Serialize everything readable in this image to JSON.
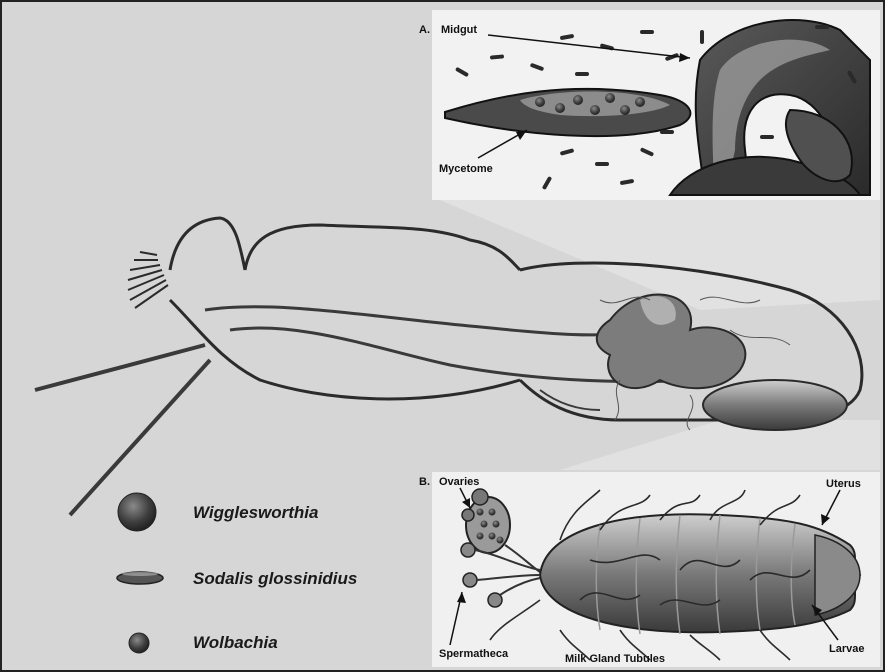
{
  "panel_a": {
    "letter": "A.",
    "labels": {
      "midgut": "Midgut",
      "mycetome": "Mycetome"
    }
  },
  "panel_b": {
    "letter": "B.",
    "labels": {
      "ovaries": "Ovaries",
      "uterus": "Uterus",
      "spermatheca": "Spermatheca",
      "milk_gland_tubules": "Milk Gland Tubules",
      "larvae": "Larvae"
    }
  },
  "legend": [
    {
      "name": "Wigglesworthia",
      "symbol": "large-sphere-icon"
    },
    {
      "name": "Sodalis glossinidius",
      "symbol": "rod-icon"
    },
    {
      "name": "Wolbachia",
      "symbol": "small-sphere-icon"
    }
  ]
}
